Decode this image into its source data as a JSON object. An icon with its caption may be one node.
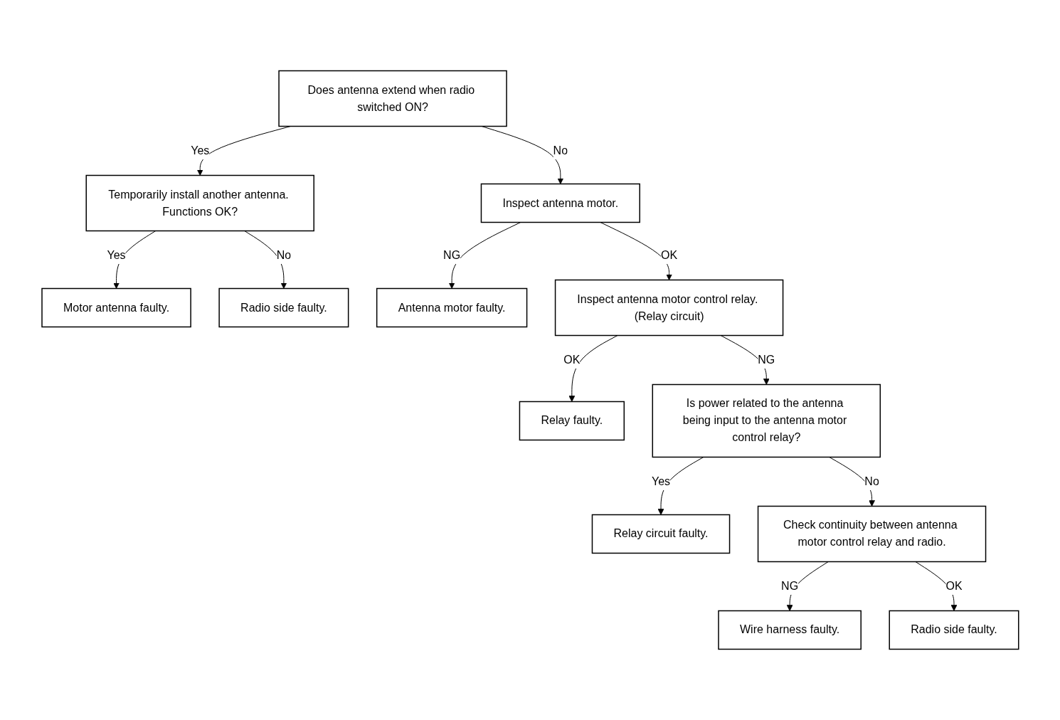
{
  "diagram": {
    "nodes": [
      {
        "text": [
          "Does antenna extend when radio switched ON?"
        ]
      },
      {
        "text": [
          "Temporarily install another antenna. Functions OK?"
        ]
      },
      {
        "text": [
          "Motor antenna faulty."
        ]
      },
      {
        "text": [
          "Radio side faulty."
        ]
      },
      {
        "text": [
          "Inspect antenna motor."
        ]
      },
      {
        "text": [
          "Antenna motor faulty."
        ]
      },
      {
        "text": [
          "Inspect antenna motor control relay. (Relay circuit)"
        ]
      },
      {
        "text": [
          "Relay faulty."
        ]
      },
      {
        "text": [
          "Is power related to the antenna being input to the antenna motor control relay?"
        ]
      },
      {
        "text": [
          "Relay circuit faulty."
        ]
      },
      {
        "text": [
          "Check continuity between antenna motor control relay and radio."
        ]
      },
      {
        "text": [
          "Wire harness faulty."
        ]
      },
      {
        "text": [
          "Radio side faulty."
        ]
      }
    ],
    "edges": [
      {
        "from": 0,
        "to": 1,
        "arrow": "to",
        "label": "Yes"
      },
      {
        "from": 1,
        "to": 2,
        "arrow": "to",
        "label": "Yes"
      },
      {
        "from": 1,
        "to": 3,
        "arrow": "to",
        "label": "No"
      },
      {
        "from": 0,
        "to": 4,
        "arrow": "to",
        "label": "No"
      },
      {
        "from": 4,
        "to": 5,
        "arrow": "to",
        "label": "NG"
      },
      {
        "from": 4,
        "to": 6,
        "arrow": "to",
        "label": "OK"
      },
      {
        "from": 6,
        "to": 7,
        "arrow": "to",
        "label": "OK"
      },
      {
        "from": 6,
        "to": 8,
        "arrow": "to",
        "label": "NG"
      },
      {
        "from": 8,
        "to": 9,
        "arrow": "to",
        "label": "Yes"
      },
      {
        "from": 8,
        "to": 10,
        "arrow": "to",
        "label": "No"
      },
      {
        "from": 10,
        "to": 11,
        "arrow": "to",
        "label": "NG"
      },
      {
        "from": 10,
        "to": 12,
        "arrow": "to",
        "label": "OK"
      }
    ]
  }
}
